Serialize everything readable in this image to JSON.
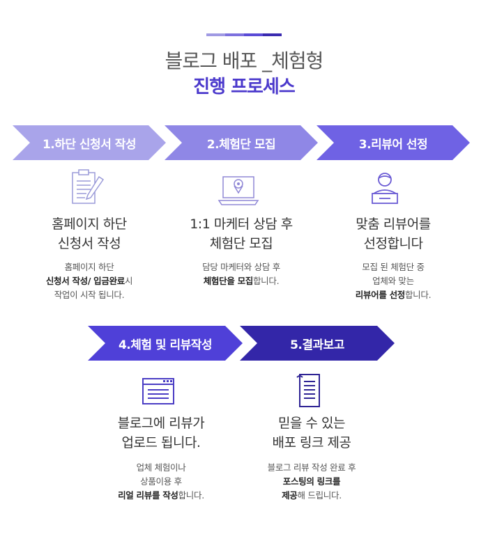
{
  "header": {
    "title_line1": "블로그 배포 _체험형",
    "title_line2": "진행 프로세스",
    "accent_colors": [
      "#a09ae3",
      "#7d71de",
      "#5a4bd6",
      "#3a2bb0"
    ]
  },
  "steps": [
    {
      "label": "1.하단 신청서 작성",
      "icon": "clipboard-pen-icon",
      "heading_lines": [
        "홈페이지 하단",
        "신청서 작성"
      ],
      "desc": {
        "line1": "홈페이지 하단",
        "line2_bold": "신청서 작성/ 입금완료",
        "line2_rest": "시",
        "line3": "작업이 시작 됩니다."
      },
      "color": "#a9a4ea"
    },
    {
      "label": "2.체험단 모집",
      "icon": "laptop-user-icon",
      "heading_lines": [
        "1:1 마케터 상담 후",
        "체험단 모집"
      ],
      "desc": {
        "line1": "담당 마케터와 상담 후",
        "line2_bold": "체험단을 모집",
        "line2_rest": "합니다."
      },
      "color": "#8f87e6"
    },
    {
      "label": "3.리뷰어 선정",
      "icon": "presenter-icon",
      "heading_lines": [
        "맞춤 리뷰어를",
        "선정합니다"
      ],
      "desc": {
        "line1": "모집 된 체험단 중",
        "line2": "업체와 맞는",
        "line3_bold": "리뷰어를 선정",
        "line3_rest": "합니다."
      },
      "color": "#6f62e4"
    },
    {
      "label": "4.체험 및 리뷰작성",
      "icon": "browser-window-icon",
      "heading_lines": [
        "블로그에 리뷰가",
        "업로드 됩니다."
      ],
      "desc": {
        "line1": "업체 체험이나",
        "line2": "상품이용 후",
        "line3_bold": "리얼 리뷰를 작성",
        "line3_rest": "합니다."
      },
      "color": "#4f40d8"
    },
    {
      "label": "5.결과보고",
      "icon": "document-report-icon",
      "heading_lines": [
        "믿을 수 있는",
        "배포 링크 제공"
      ],
      "desc": {
        "line1_bold": "블로그 리뷰 작성 완료 후",
        "line2_bold": "포스팅의 링크를",
        "line3_bold": "제공",
        "line3_rest": "해 드립니다."
      },
      "color": "#3326a8"
    }
  ]
}
